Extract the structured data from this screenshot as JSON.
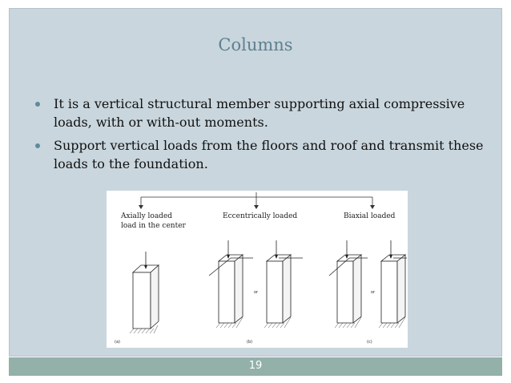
{
  "slide": {
    "title": "Columns",
    "bullets": [
      "It is a vertical structural member supporting axial compressive loads, with or with-out moments.",
      "Support vertical loads from the floors and roof and transmit these loads to the foundation."
    ],
    "figure": {
      "labels": {
        "axial_line1": "Axially loaded",
        "axial_line2": "load in the center",
        "eccentric": "Eccentrically loaded",
        "biaxial": "Biaxial loaded"
      },
      "sublabels": [
        "(a)",
        "(b)",
        "(c)"
      ],
      "connector": "or"
    },
    "page_number": "19"
  }
}
